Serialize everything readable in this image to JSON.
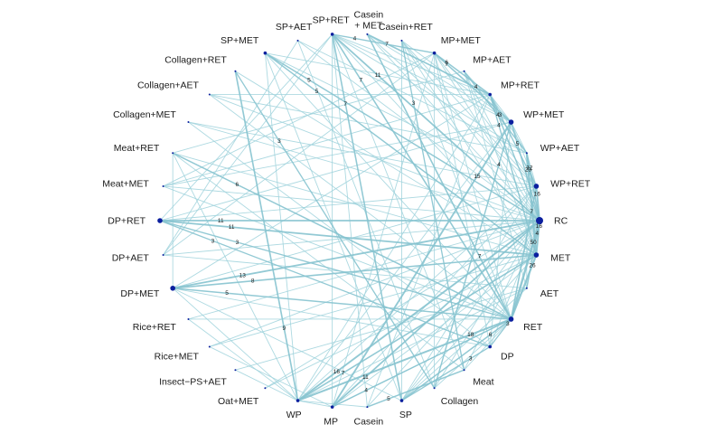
{
  "colors": {
    "edge": "#9fd2dc",
    "edge_strong": "#86c3cf",
    "node": "#0b1f9e",
    "text": "#1a1a1a"
  },
  "nodes": [
    {
      "id": "RC",
      "label": "RC",
      "size": "large"
    },
    {
      "id": "MET",
      "label": "MET",
      "size": "medium"
    },
    {
      "id": "AET",
      "label": "AET",
      "size": "tiny"
    },
    {
      "id": "RET",
      "label": "RET",
      "size": "medium"
    },
    {
      "id": "DP",
      "label": "DP",
      "size": "small"
    },
    {
      "id": "Meat",
      "label": "Meat",
      "size": "tiny"
    },
    {
      "id": "Collagen",
      "label": "Collagen",
      "size": "tiny"
    },
    {
      "id": "SP",
      "label": "SP",
      "size": "small"
    },
    {
      "id": "Casein",
      "label": "Casein",
      "size": "tiny"
    },
    {
      "id": "MP",
      "label": "MP",
      "size": "small"
    },
    {
      "id": "WP",
      "label": "WP",
      "size": "small"
    },
    {
      "id": "Oat+MET",
      "label": "Oat+MET",
      "size": "tiny"
    },
    {
      "id": "Insect-PS+AET",
      "label": "Insect−PS+AET",
      "size": "tiny"
    },
    {
      "id": "Rice+MET",
      "label": "Rice+MET",
      "size": "tiny"
    },
    {
      "id": "Rice+RET",
      "label": "Rice+RET",
      "size": "tiny"
    },
    {
      "id": "DP+MET",
      "label": "DP+MET",
      "size": "medium"
    },
    {
      "id": "DP+AET",
      "label": "DP+AET",
      "size": "tiny"
    },
    {
      "id": "DP+RET",
      "label": "DP+RET",
      "size": "medium"
    },
    {
      "id": "Meat+MET",
      "label": "Meat+MET",
      "size": "tiny"
    },
    {
      "id": "Meat+RET",
      "label": "Meat+RET",
      "size": "tiny"
    },
    {
      "id": "Collagen+MET",
      "label": "Collagen+MET",
      "size": "tiny"
    },
    {
      "id": "Collagen+AET",
      "label": "Collagen+AET",
      "size": "tiny"
    },
    {
      "id": "Collagen+RET",
      "label": "Collagen+RET",
      "size": "tiny"
    },
    {
      "id": "SP+MET",
      "label": "SP+MET",
      "size": "small"
    },
    {
      "id": "SP+AET",
      "label": "SP+AET",
      "size": "tiny"
    },
    {
      "id": "SP+RET",
      "label": "SP+RET",
      "size": "small"
    },
    {
      "id": "Casein+MET",
      "label": "Casein\n+ MET",
      "size": "tiny"
    },
    {
      "id": "Casein+RET",
      "label": "Casein+RET",
      "size": "tiny"
    },
    {
      "id": "MP+MET",
      "label": "MP+MET",
      "size": "small"
    },
    {
      "id": "MP+AET",
      "label": "MP+AET",
      "size": "tiny"
    },
    {
      "id": "MP+RET",
      "label": "MP+RET",
      "size": "small"
    },
    {
      "id": "WP+MET",
      "label": "WP+MET",
      "size": "medium"
    },
    {
      "id": "WP+AET",
      "label": "WP+AET",
      "size": "tiny"
    },
    {
      "id": "WP+RET",
      "label": "WP+RET",
      "size": "medium"
    }
  ],
  "labeled_edges": [
    {
      "a": "DP+RET",
      "b": "RC",
      "n": "11"
    },
    {
      "a": "DP+RET",
      "b": "MET",
      "n": "11"
    },
    {
      "a": "DP+RET",
      "b": "RET",
      "n": "3"
    },
    {
      "a": "DP+RET",
      "b": "DP",
      "n": "3"
    },
    {
      "a": "DP+MET",
      "b": "RC",
      "n": "13"
    },
    {
      "a": "DP+MET",
      "b": "MET",
      "n": "8"
    },
    {
      "a": "DP+MET",
      "b": "RET",
      "n": "5"
    },
    {
      "a": "Meat+RET",
      "b": "RET",
      "n": "6"
    },
    {
      "a": "Collagen+RET",
      "b": "Collagen",
      "n": "3"
    },
    {
      "a": "SP+MET",
      "b": "RC",
      "n": "5"
    },
    {
      "a": "SP+MET",
      "b": "MET",
      "n": "5"
    },
    {
      "a": "SP+RET",
      "b": "MP+MET",
      "n": "4"
    },
    {
      "a": "SP+RET",
      "b": "RET",
      "n": "7"
    },
    {
      "a": "SP+RET",
      "b": "SP",
      "n": "7"
    },
    {
      "a": "SP+RET",
      "b": "RC",
      "n": "11"
    },
    {
      "a": "Casein+MET",
      "b": "MP+RET",
      "n": "7"
    },
    {
      "a": "Casein+RET",
      "b": "Meat",
      "n": "3"
    },
    {
      "a": "MP+MET",
      "b": "MP+RET",
      "n": "6"
    },
    {
      "a": "MP+MET",
      "b": "WP+MET",
      "n": "7"
    },
    {
      "a": "MP+AET",
      "b": "WP+AET",
      "n": "4"
    },
    {
      "a": "MP+RET",
      "b": "WP+RET",
      "n": "3"
    },
    {
      "a": "MP+RET",
      "b": "RC",
      "n": "4"
    },
    {
      "a": "MP+RET",
      "b": "MET",
      "n": "4"
    },
    {
      "a": "WP+MET",
      "b": "RC",
      "n": "5"
    },
    {
      "a": "WP+MET",
      "b": "Collagen",
      "n": "4"
    },
    {
      "a": "WP+MET",
      "b": "MP",
      "n": "15"
    },
    {
      "a": "WP+AET",
      "b": "RC",
      "n": "12"
    },
    {
      "a": "WP+AET",
      "b": "MET",
      "n": "23"
    },
    {
      "a": "WP+RET",
      "b": "RET",
      "n": "7"
    },
    {
      "a": "WP+RET",
      "b": "RC",
      "n": "16"
    },
    {
      "a": "RC",
      "b": "MET",
      "n": "16"
    },
    {
      "a": "RC",
      "b": "AET",
      "n": "4"
    },
    {
      "a": "RC",
      "b": "RET",
      "n": "50"
    },
    {
      "a": "MET",
      "b": "RET",
      "n": "26"
    },
    {
      "a": "RET",
      "b": "WP",
      "n": "18"
    },
    {
      "a": "RET",
      "b": "Casein+MET",
      "n": "7"
    },
    {
      "a": "RET",
      "b": "DP",
      "n": "3"
    },
    {
      "a": "RET",
      "b": "SP",
      "n": "6"
    },
    {
      "a": "DP",
      "b": "SP",
      "n": "3"
    },
    {
      "a": "WP",
      "b": "RC",
      "n": "16"
    },
    {
      "a": "WP",
      "b": "MET",
      "n": "7"
    },
    {
      "a": "WP",
      "b": "Collagen+RET",
      "n": "9"
    },
    {
      "a": "MP",
      "b": "RC",
      "n": "11"
    },
    {
      "a": "MP",
      "b": "RET",
      "n": "4"
    },
    {
      "a": "Casein",
      "b": "Meat",
      "n": "5"
    }
  ],
  "unlabeled_edges": [
    [
      "RC",
      "DP"
    ],
    [
      "RC",
      "Meat"
    ],
    [
      "RC",
      "Collagen"
    ],
    [
      "RC",
      "SP"
    ],
    [
      "RC",
      "Casein"
    ],
    [
      "RC",
      "Oat+MET"
    ],
    [
      "RC",
      "Rice+RET"
    ],
    [
      "RC",
      "DP+AET"
    ],
    [
      "RC",
      "Meat+MET"
    ],
    [
      "RC",
      "Collagen+MET"
    ],
    [
      "RC",
      "Collagen+AET"
    ],
    [
      "RC",
      "Casein+MET"
    ],
    [
      "RC",
      "Casein+RET"
    ],
    [
      "RC",
      "MP+MET"
    ],
    [
      "RC",
      "MP+AET"
    ],
    [
      "RC",
      "SP+AET"
    ],
    [
      "MET",
      "SP"
    ],
    [
      "MET",
      "MP"
    ],
    [
      "MET",
      "Meat+RET"
    ],
    [
      "MET",
      "Collagen+RET"
    ],
    [
      "MET",
      "SP+RET"
    ],
    [
      "MET",
      "MP+AET"
    ],
    [
      "MET",
      "Casein+RET"
    ],
    [
      "MET",
      "Rice+MET"
    ],
    [
      "AET",
      "WP"
    ],
    [
      "AET",
      "SP"
    ],
    [
      "AET",
      "Insect-PS+AET"
    ],
    [
      "AET",
      "DP+AET"
    ],
    [
      "AET",
      "WP+AET"
    ],
    [
      "AET",
      "MP+AET"
    ],
    [
      "RET",
      "Meat"
    ],
    [
      "RET",
      "Collagen"
    ],
    [
      "RET",
      "MP"
    ],
    [
      "RET",
      "Rice+RET"
    ],
    [
      "RET",
      "Meat+MET"
    ],
    [
      "RET",
      "Collagen+AET"
    ],
    [
      "RET",
      "SP+MET"
    ],
    [
      "RET",
      "MP+MET"
    ],
    [
      "RET",
      "Casein+RET"
    ],
    [
      "WP",
      "WP+MET"
    ],
    [
      "WP",
      "WP+RET"
    ],
    [
      "WP",
      "MP+RET"
    ],
    [
      "WP",
      "SP+MET"
    ],
    [
      "WP",
      "Meat+RET"
    ],
    [
      "WP",
      "DP+MET"
    ],
    [
      "WP",
      "Casein"
    ],
    [
      "WP",
      "MP"
    ],
    [
      "MP",
      "WP+RET"
    ],
    [
      "MP",
      "SP+RET"
    ],
    [
      "MP",
      "MP+MET"
    ],
    [
      "SP",
      "SP+MET"
    ],
    [
      "SP",
      "Casein+RET"
    ],
    [
      "SP",
      "DP+MET"
    ],
    [
      "SP",
      "WP+RET"
    ],
    [
      "DP",
      "DP+MET"
    ],
    [
      "DP",
      "MP+MET"
    ],
    [
      "DP",
      "WP+MET"
    ],
    [
      "DP",
      "Collagen+MET"
    ],
    [
      "Meat",
      "SP+RET"
    ],
    [
      "Meat",
      "Meat+RET"
    ],
    [
      "Collagen",
      "MP+MET"
    ],
    [
      "Collagen",
      "SP+AET"
    ],
    [
      "Casein",
      "SP+RET"
    ],
    [
      "Casein",
      "MP+RET"
    ],
    [
      "DP+RET",
      "WP+RET"
    ],
    [
      "DP+RET",
      "WP+MET"
    ],
    [
      "DP+RET",
      "SP+RET"
    ],
    [
      "DP+MET",
      "WP+RET"
    ],
    [
      "DP+MET",
      "MP+RET"
    ],
    [
      "DP+MET",
      "Meat+RET"
    ],
    [
      "Meat+MET",
      "WP+MET"
    ],
    [
      "Meat+MET",
      "MP+RET"
    ],
    [
      "Meat+RET",
      "MP+AET"
    ],
    [
      "Collagen+MET",
      "WP+RET"
    ],
    [
      "Collagen+AET",
      "MP+RET"
    ],
    [
      "Collagen+AET",
      "WP+AET"
    ],
    [
      "SP+MET",
      "WP+RET"
    ],
    [
      "SP+MET",
      "MP+RET"
    ],
    [
      "SP+AET",
      "WP+AET"
    ],
    [
      "SP+AET",
      "DP+AET"
    ],
    [
      "SP+RET",
      "WP+MET"
    ],
    [
      "SP+RET",
      "WP+AET"
    ],
    [
      "SP+RET",
      "MP+RET"
    ],
    [
      "SP+RET",
      "DP+AET"
    ],
    [
      "Casein+MET",
      "WP+MET"
    ],
    [
      "Casein+MET",
      "WP+RET"
    ],
    [
      "Casein+RET",
      "WP+MET"
    ],
    [
      "Casein+RET",
      "WP+RET"
    ],
    [
      "MP+MET",
      "WP+RET"
    ],
    [
      "MP+MET",
      "DP+AET"
    ],
    [
      "MP+MET",
      "Meat+MET"
    ],
    [
      "MP+AET",
      "WP+MET"
    ],
    [
      "MP+RET",
      "WP+MET"
    ],
    [
      "MP+RET",
      "WP+AET"
    ],
    [
      "WP+MET",
      "WP+RET"
    ],
    [
      "WP+MET",
      "WP+AET"
    ],
    [
      "WP+AET",
      "WP+RET"
    ],
    [
      "Rice+MET",
      "MP"
    ],
    [
      "Rice+RET",
      "WP"
    ],
    [
      "Oat+MET",
      "MET"
    ],
    [
      "Insect-PS+AET",
      "WP"
    ],
    [
      "Rice+MET",
      "RC"
    ]
  ]
}
